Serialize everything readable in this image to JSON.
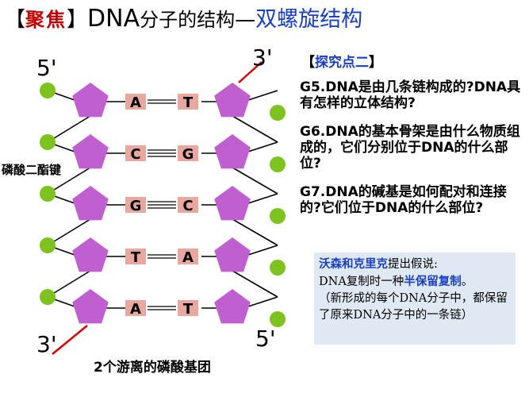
{
  "title": {
    "open": "【",
    "focus": "聚焦",
    "close": "】",
    "dna": "DNA",
    "subject": "分子的结构",
    "dash": "—",
    "helix": "双螺旋结构"
  },
  "diagram": {
    "end_labels": {
      "top_left": "5'",
      "top_right": "3'",
      "bottom_left": "3'",
      "bottom_right": "5'"
    },
    "base_pairs": [
      {
        "left": "A",
        "right": "T",
        "bonds": 2
      },
      {
        "left": "C",
        "right": "G",
        "bonds": 3
      },
      {
        "left": "G",
        "right": "C",
        "bonds": 3
      },
      {
        "left": "T",
        "right": "A",
        "bonds": 2
      },
      {
        "left": "A",
        "right": "T",
        "bonds": 2
      }
    ],
    "side_label": "磷酸二酯键",
    "bottom_label": "2个游离的磷酸基团",
    "colors": {
      "phosphate": "#7dc21e",
      "sugar": "#c060d0",
      "base_box": "#e8a8a0",
      "backbone_line": "#000000",
      "free_bond": "#d40000"
    }
  },
  "explore": {
    "open": "【",
    "inner": "探究点二",
    "close": "】"
  },
  "questions": [
    "G5.DNA是由几条链构成的?DNA具有怎样的立体结构?",
    "G6.DNA的基本骨架是由什么物质组成的，它们分别位于DNA的什么部位?",
    "G7.DNA的碱基是如何配对和连接的?它们位于DNA的什么部位?"
  ],
  "infobox": {
    "names": "沃森和克里克",
    "line1_rest": "提出假说:",
    "line2_a": "DNA复制时一种",
    "line2_b": "半保留复制",
    "line2_c": "。",
    "line3": "（新形成的每个DNA分子中，都保留了原来DNA分子中的一条链）"
  }
}
